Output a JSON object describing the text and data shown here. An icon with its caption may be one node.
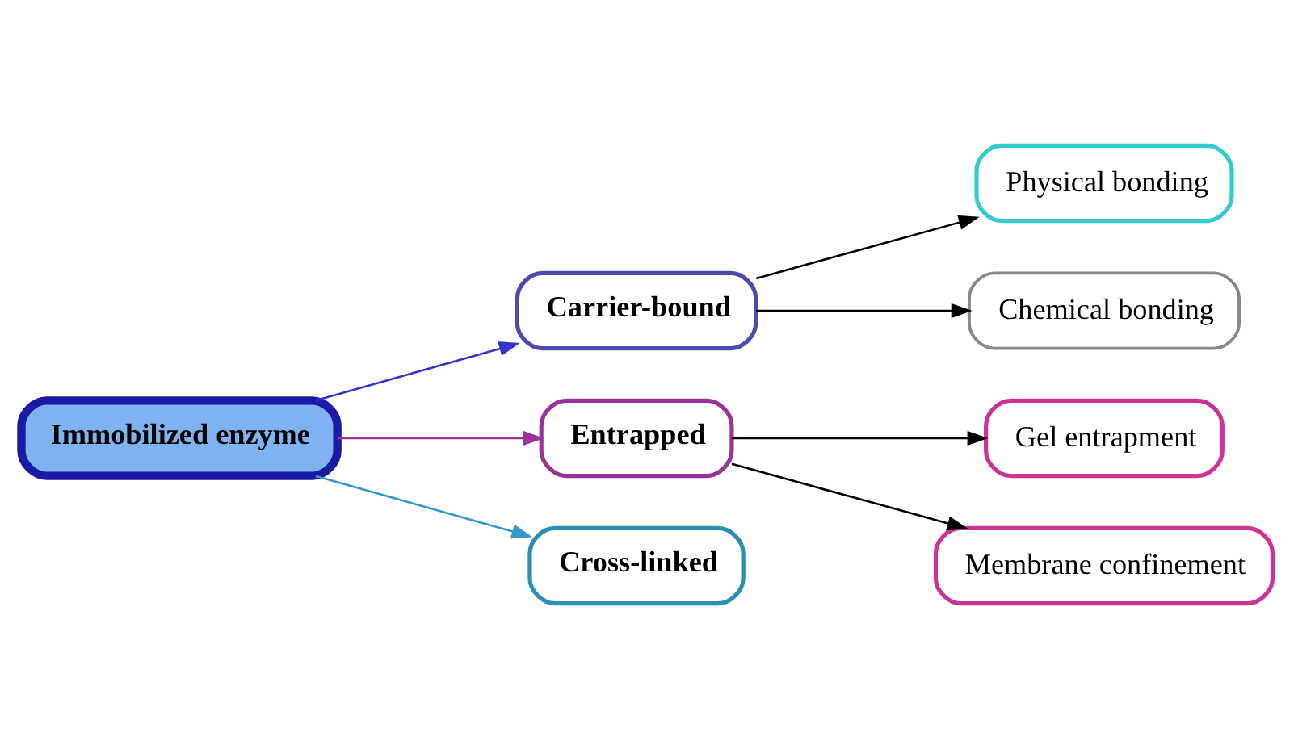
{
  "diagram": {
    "nodes": [
      {
        "text": [
          "Immobilized enzyme"
        ]
      },
      {
        "text": [
          "Carrier-bound"
        ]
      },
      {
        "text": [
          "Physical bonding"
        ]
      },
      {
        "text": [
          "Chemical bonding"
        ]
      },
      {
        "text": [
          "Entrapped"
        ]
      },
      {
        "text": [
          "Gel entrapment"
        ]
      },
      {
        "text": [
          "Membrane confinement"
        ]
      },
      {
        "text": [
          "Cross-linked"
        ]
      }
    ],
    "edges": [
      {
        "from": 0,
        "to": 1,
        "arrow": "to",
        "color": "#3333cc"
      },
      {
        "from": 1,
        "to": 2,
        "arrow": "to"
      },
      {
        "from": 1,
        "to": 3,
        "arrow": "to"
      },
      {
        "from": 0,
        "to": 4,
        "arrow": "to",
        "color": "#993399"
      },
      {
        "from": 4,
        "to": 5,
        "arrow": "to"
      },
      {
        "from": 4,
        "to": 6,
        "arrow": "to"
      },
      {
        "from": 0,
        "to": 7,
        "arrow": "to",
        "color": "#3399cc"
      }
    ]
  }
}
